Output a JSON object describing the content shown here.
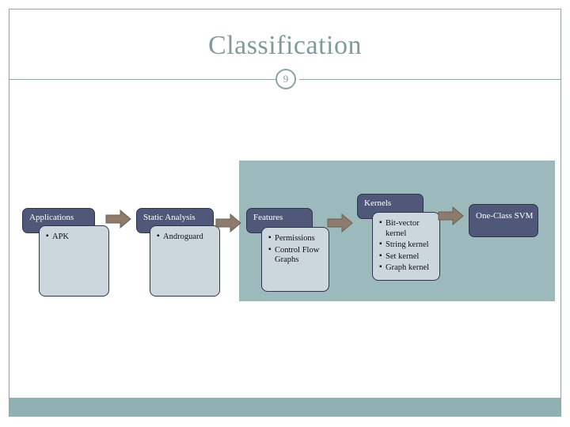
{
  "slide": {
    "title": "Classification",
    "page_number": "9",
    "accent_color": "#7f9a9d",
    "panel_color": "#9cbabb",
    "box_header_color": "#4f5878",
    "box_body_color": "#ccd6dd",
    "arrow_color": "#8d7b6e"
  },
  "diagram": {
    "stages": [
      {
        "id": "applications",
        "header": "Applications",
        "items": [
          "APK"
        ]
      },
      {
        "id": "static-analysis",
        "header": "Static Analysis",
        "items": [
          "Androguard"
        ]
      },
      {
        "id": "features",
        "header": "Features",
        "items": [
          "Permissions",
          "Control Flow Graphs"
        ]
      },
      {
        "id": "kernels",
        "header": "Kernels",
        "items": [
          "Bit-vector kernel",
          "String kernel",
          "Set kernel",
          "Graph kernel"
        ]
      },
      {
        "id": "classifier",
        "header": "One-Class SVM",
        "items": []
      }
    ],
    "arrows": [
      {
        "id": "arrow-applications-to-static-analysis"
      },
      {
        "id": "arrow-static-analysis-to-features"
      },
      {
        "id": "arrow-features-to-kernels"
      },
      {
        "id": "arrow-kernels-to-classifier"
      }
    ]
  }
}
